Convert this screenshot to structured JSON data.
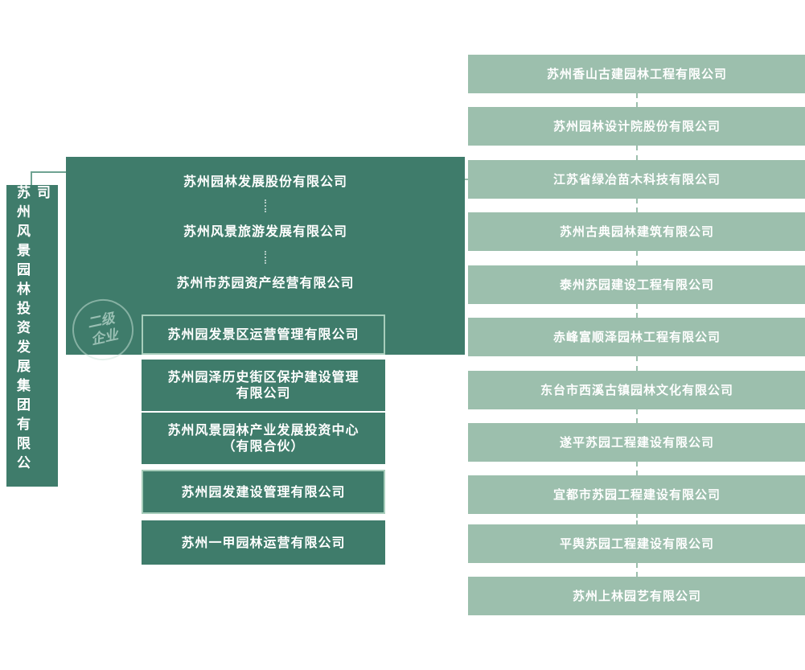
{
  "root": {
    "label": "苏州风景园林投资发展集团有限公司"
  },
  "watermark": {
    "label": "二级\n企业"
  },
  "middle": {
    "items": [
      {
        "label": "苏州园林发展股份有限公司"
      },
      {
        "label": "苏州风景旅游发展有限公司"
      },
      {
        "label": "苏州市苏园资产经营有限公司"
      },
      {
        "label": "苏州园发景区运营管理有限公司"
      },
      {
        "label": "苏州园泽历史街区保护建设管理\n有限公司"
      },
      {
        "label": "苏州风景园林产业发展投资中心\n（有限合伙）"
      },
      {
        "label": "苏州园发建设管理有限公司"
      },
      {
        "label": "苏州一甲园林运营有限公司"
      }
    ]
  },
  "right": {
    "items": [
      {
        "label": "苏州香山古建园林工程有限公司"
      },
      {
        "label": "苏州园林设计院股份有限公司"
      },
      {
        "label": "江苏省绿冶苗木科技有限公司"
      },
      {
        "label": "苏州古典园林建筑有限公司"
      },
      {
        "label": "泰州苏园建设工程有限公司"
      },
      {
        "label": "赤峰富顺泽园林工程有限公司"
      },
      {
        "label": "东台市西溪古镇园林文化有限公司"
      },
      {
        "label": "遂平苏园工程建设有限公司"
      },
      {
        "label": "宜都市苏园工程建设有限公司"
      },
      {
        "label": "平舆苏园工程建设有限公司"
      },
      {
        "label": "苏州上林园艺有限公司"
      }
    ]
  },
  "colors": {
    "dark_teal": "#3f7c6b",
    "light_green": "#9cbfad",
    "box_border": "#a7cdbb",
    "background": "#ffffff"
  }
}
